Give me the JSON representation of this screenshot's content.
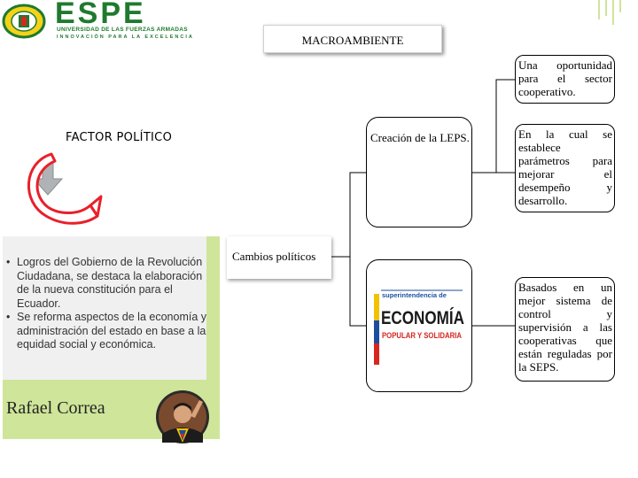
{
  "header": {
    "logo_word": "ESPE",
    "logo_line1": "UNIVERSIDAD DE LAS FUERZAS ARMADAS",
    "logo_line2": "INNOVACIÓN PARA LA EXCELENCIA",
    "title": "MACROAMBIENTE"
  },
  "left": {
    "heading": "FACTOR POLÍTICO",
    "bullets": [
      "Logros del Gobierno de la Revolución Ciudadana, se destaca la elaboración de la nueva constitución para el Ecuador.",
      "Se reforma aspectos de la economía y administración del estado en base a la equidad social y económica."
    ],
    "bullet_mark": "•",
    "person_name": "Rafael Correa"
  },
  "center": {
    "cambios_label": "Cambios políticos",
    "creacion_text": "Creación de la LEPS.",
    "seps_logo": {
      "line1": "superintendencia de",
      "line2": "ECONOMÍA",
      "line3": "POPULAR Y SOLIDARIA"
    }
  },
  "right": {
    "box1": "Una oportunidad para el sector cooperativo.",
    "box2": "En la cual se establece parámetros para mejorar el desempeño y desarrollo.",
    "box3": "Basados en un mejor sistema de control y supervisión a las cooperativas que están reguladas por la SEPS."
  },
  "colors": {
    "espe_green": "#1f7a2e",
    "panel_green": "#cfe59a",
    "arrow_red": "#e8202a",
    "arrow_gray": "#b0b3b6",
    "flag_yellow": "#f2c200",
    "flag_blue": "#1d4e9e",
    "flag_red": "#d7261e"
  },
  "icons": [
    "university-seal-icon",
    "curved-arrow-icon",
    "portrait-icon",
    "seps-logo-icon"
  ]
}
